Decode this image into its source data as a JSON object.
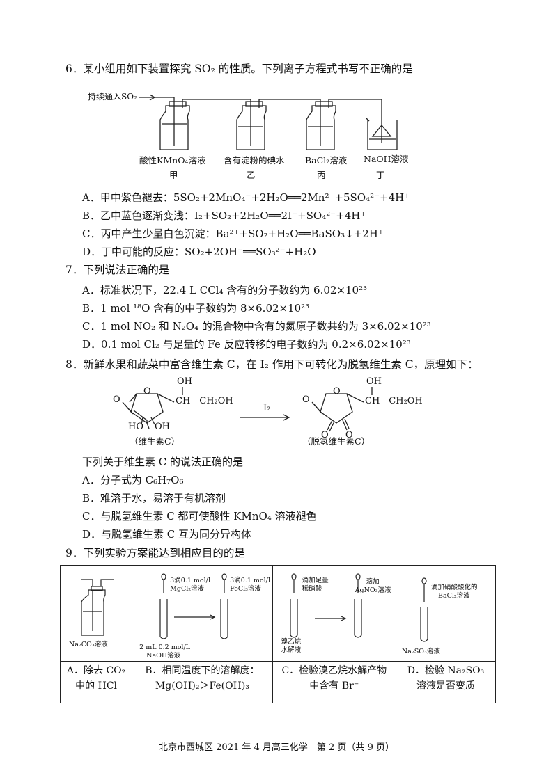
{
  "q6": {
    "stem": "6．某小组用如下装置探究 SO₂ 的性质。下列离子方程式书写不正确的是",
    "apparatus": {
      "inlet": "持续通入SO₂",
      "b1": "酸性KMnO₄溶液",
      "b1n": "甲",
      "b2": "含有淀粉的碘水",
      "b2n": "乙",
      "b3": "BaCl₂溶液",
      "b3n": "丙",
      "b4": "NaOH溶液",
      "b4n": "丁"
    },
    "A": "A．甲中紫色褪去：5SO₂+2MnO₄⁻+2H₂O══2Mn²⁺+5SO₄²⁻+4H⁺",
    "B": "B．乙中蓝色逐渐变浅：I₂+SO₂+2H₂O══2I⁻+SO₄²⁻+4H⁺",
    "C": "C．丙中产生少量白色沉淀：Ba²⁺+SO₂+H₂O══BaSO₃↓+2H⁺",
    "D": "D．丁中可能的反应：SO₂+2OH⁻══SO₃²⁻+H₂O"
  },
  "q7": {
    "stem": "7．下列说法正确的是",
    "A": "A．标准状况下，22.4 L CCl₄ 含有的分子数约为 6.02×10²³",
    "B": "B．1 mol ¹⁸O 含有的中子数约为 8×6.02×10²³",
    "C": "C．1 mol NO₂ 和 N₂O₄ 的混合物中含有的氮原子数共约为 3×6.02×10²³",
    "D": "D．0.1 mol Cl₂ 与足量的 Fe 反应转移的电子数约为 0.2×6.02×10²³"
  },
  "q8": {
    "stem": "8．新鲜水果和蔬菜中富含维生素 C，在 I₂ 作用下可转化为脱氢维生素 C，原理如下：",
    "oh": "OH",
    "chain": "CH—CH₂OH",
    "o_left": "O",
    "ho_left": "HO",
    "oh_right": "OH",
    "name_left": "（维生素C）",
    "reagent": "I₂",
    "name_right": "（脱氢维生素C）",
    "sub": "下列关于维生素 C 的说法正确的是",
    "A": "A．分子式为 C₆H₇O₆",
    "B": "B．难溶于水，易溶于有机溶剂",
    "C": "C．与脱氢维生素 C 都可使酸性 KMnO₄ 溶液褪色",
    "D": "D．与脱氢维生素 C 互为同分异构体"
  },
  "q9": {
    "stem": "9．下列实验方案能达到相应目的的是",
    "colA": {
      "label1": "Na₂CO₃溶液",
      "cap1": "A．除去 CO₂",
      "cap2": "中的 HCl"
    },
    "colB": {
      "d1": "3滴0.1 mol/L",
      "d1b": "MgCl₂溶液",
      "d2": "3滴0.1 mol/L",
      "d2b": "FeCl₃溶液",
      "t1": "2 mL 0.2 mol/L",
      "t1b": "NaOH溶液",
      "cap1": "B．相同温度下的溶解度：",
      "cap2": "Mg(OH)₂＞Fe(OH)₃"
    },
    "colC": {
      "d1": "滴加足量",
      "d1b": "稀硝酸",
      "d2": "滴加",
      "d2b": "AgNO₃溶液",
      "t1": "溴乙烷",
      "t1b": "水解液",
      "cap1": "C．检验溴乙烷水解产物",
      "cap2": "中含有 Br⁻"
    },
    "colD": {
      "d1": "滴加硝酸酸化的",
      "d1b": "BaCl₂溶液",
      "t1": "Na₂SO₃溶液",
      "cap1": "D．检验 Na₂SO₃",
      "cap2": "溶液是否变质"
    }
  },
  "footer": "北京市西城区 2021 年 4 月高三化学　第 2 页（共 9 页）"
}
